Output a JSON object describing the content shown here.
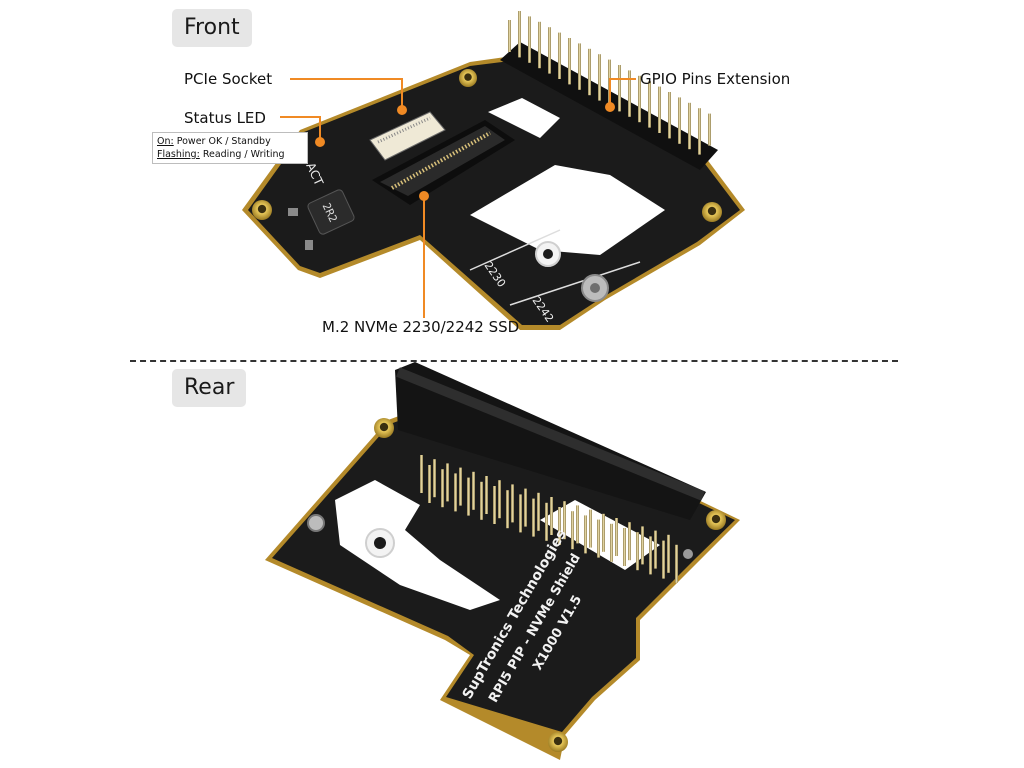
{
  "sections": {
    "front": "Front",
    "rear": "Rear"
  },
  "callouts": {
    "pcie_socket": "PCIe Socket",
    "gpio": "GPIO Pins Extension",
    "status_led": "Status LED",
    "ssd": "M.2 NVMe 2230/2242 SSD"
  },
  "led_legend": {
    "on_key": "On:",
    "on_desc": " Power OK / Standby",
    "flash_key": "Flashing:",
    "flash_desc": " Reading / Writing"
  },
  "board_front": {
    "act_label": "ACT",
    "inductor_label": "2R2",
    "size_2230": "2230",
    "size_2242": "2242"
  },
  "board_rear": {
    "line1": "SupTronics Technologies",
    "line2": "RPI5 PIP - NVMe Shield",
    "line3": "X1000 V1.5"
  },
  "colors": {
    "accent": "#f08a24",
    "pcb": "#1b1b1b",
    "gold": "#c9a227"
  }
}
